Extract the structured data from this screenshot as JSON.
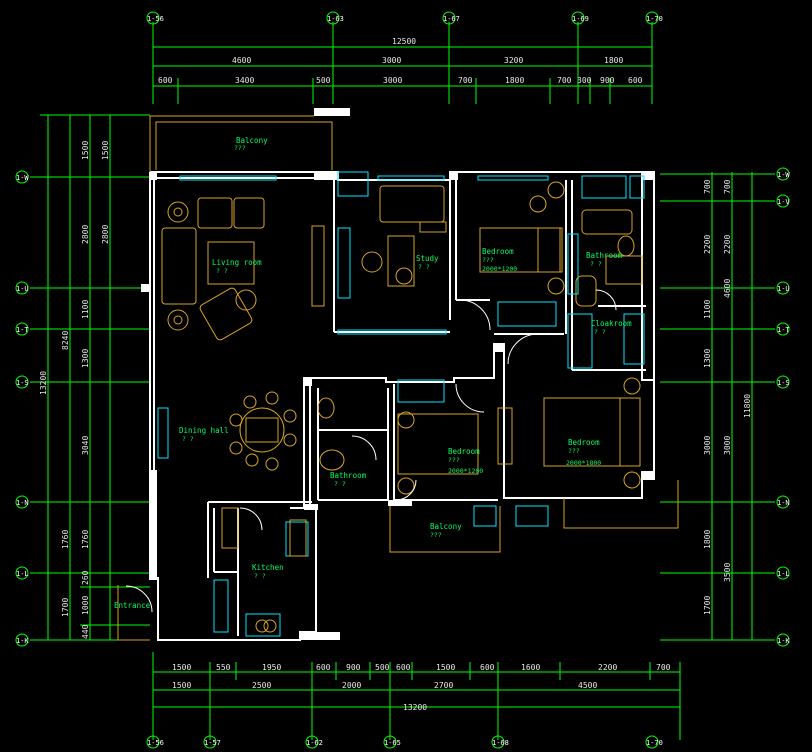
{
  "palette": {
    "background": "#000000",
    "dimension_line": "#00ff00",
    "wall": "#ffffff",
    "furniture": "#d9a520",
    "window": "#00e5ff",
    "room_label": "#00ff66",
    "text": "#ffffff"
  },
  "axes": {
    "top": [
      "1-56",
      "1-63",
      "1-67",
      "1-69",
      "1-70"
    ],
    "bottom": [
      "1-56",
      "1-57",
      "1-62",
      "1-65",
      "1-68",
      "1-70"
    ],
    "left": [
      "1-W",
      "1-U",
      "1-T",
      "1-S",
      "1-N",
      "1-L",
      "1-K"
    ],
    "right": [
      "1-W",
      "1-V",
      "1-U",
      "1-T",
      "1-S",
      "1-N",
      "1-L",
      "1-K"
    ]
  },
  "dimensions": {
    "top_total": "12500",
    "top_row2": [
      "4600",
      "3000",
      "3200",
      "1800"
    ],
    "top_row3": [
      "600",
      "3400",
      "500",
      "3000",
      "700",
      "1800",
      "700",
      "300",
      "900",
      "600"
    ],
    "bottom_row1": [
      "1500",
      "550",
      "1950",
      "600",
      "900",
      "500",
      "600",
      "1500",
      "600",
      "1600",
      "2200",
      "700"
    ],
    "bottom_row2": [
      "1500",
      "2500",
      "2000",
      "2700",
      "4500"
    ],
    "bottom_total": "13200",
    "left_outer": "13200",
    "left_mid": "8240",
    "left_mid2": [
      "1700",
      "1760"
    ],
    "left_inner": [
      "1500",
      "2800",
      "1100",
      "1300",
      "3040",
      "1760",
      "260",
      "1000",
      "440"
    ],
    "right_inner": [
      "700",
      "2200",
      "1100",
      "1300",
      "3000",
      "1800",
      "1700"
    ],
    "right_mid": [
      "4600",
      "3000",
      "3500"
    ],
    "right_outer": "11800"
  },
  "rooms": [
    {
      "name": "Balcony",
      "sub": "???"
    },
    {
      "name": "Living room",
      "sub": "? ?"
    },
    {
      "name": "Study",
      "sub": "? ?"
    },
    {
      "name": "Bedroom",
      "sub": "???",
      "size": "2000*1200"
    },
    {
      "name": "Bathroom",
      "sub": "? ?"
    },
    {
      "name": "Cloakroom",
      "sub": "? ?"
    },
    {
      "name": "Dining hall",
      "sub": "? ?"
    },
    {
      "name": "Bedroom",
      "sub": "???",
      "size": "2000*1200"
    },
    {
      "name": "Bedroom",
      "sub": "???",
      "size": "2000*1800"
    },
    {
      "name": "Bathroom",
      "sub": "? ?"
    },
    {
      "name": "Kitchen",
      "sub": "? ?"
    },
    {
      "name": "Balcony",
      "sub": "???"
    },
    {
      "name": "Entrance",
      "sub": ""
    }
  ]
}
